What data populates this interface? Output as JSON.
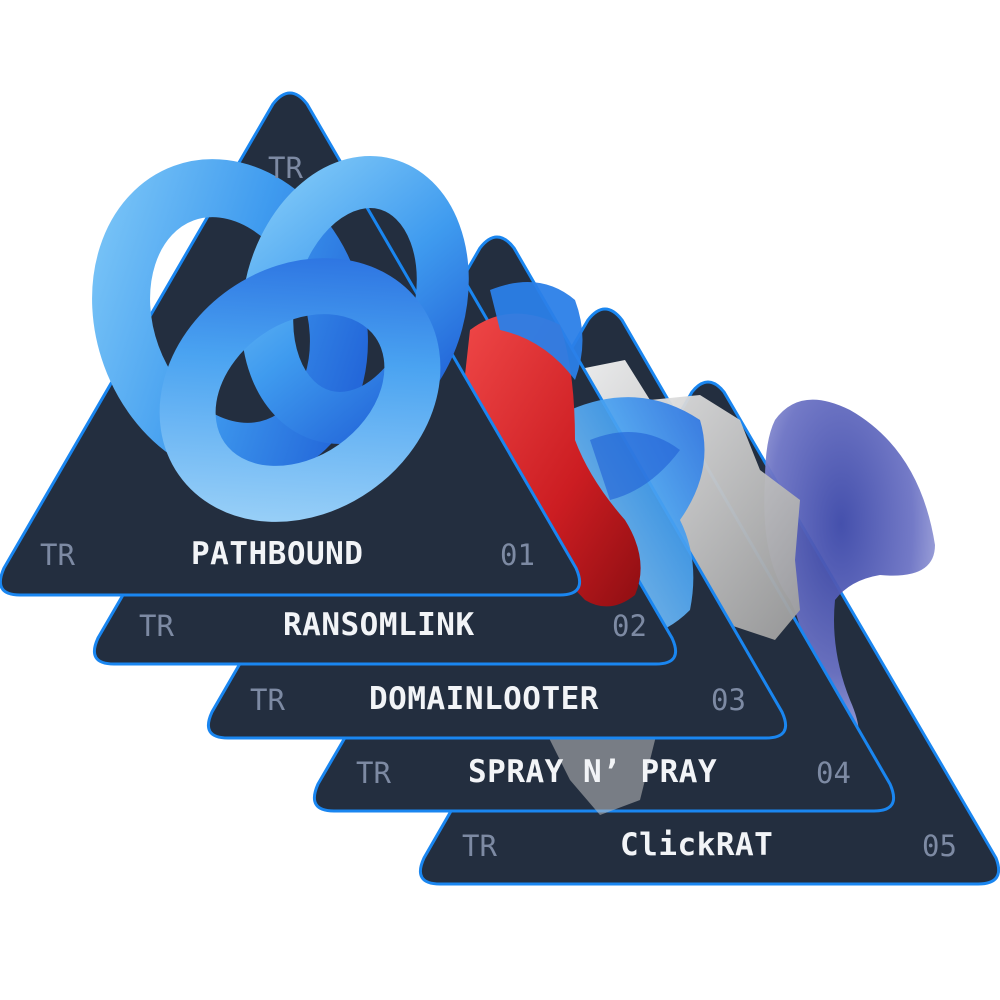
{
  "colors": {
    "card_fill": "#232e3f",
    "card_border": "#1a86f0",
    "label_muted": "#7d8aa3",
    "label_name": "#f2f4f7",
    "background": "#ffffff"
  },
  "cards": [
    {
      "prefix": "TR",
      "name": "PATHBOUND",
      "number": "01",
      "shape": "blue-torus-knot"
    },
    {
      "prefix": "TR",
      "name": "RANSOMLINK",
      "number": "02",
      "shape": "red-blue-knot"
    },
    {
      "prefix": "TR",
      "name": "DOMAINLOOTER",
      "number": "03",
      "shape": "blue-twisted-ribbon"
    },
    {
      "prefix": "TR",
      "name": "SPRAY N’ PRAY",
      "number": "04",
      "shape": "white-faceted-crystal"
    },
    {
      "prefix": "TR",
      "name": "ClickRAT",
      "number": "05",
      "shape": "purple-trumpet"
    }
  ],
  "apex_labels": [
    {
      "text": "TR"
    }
  ]
}
